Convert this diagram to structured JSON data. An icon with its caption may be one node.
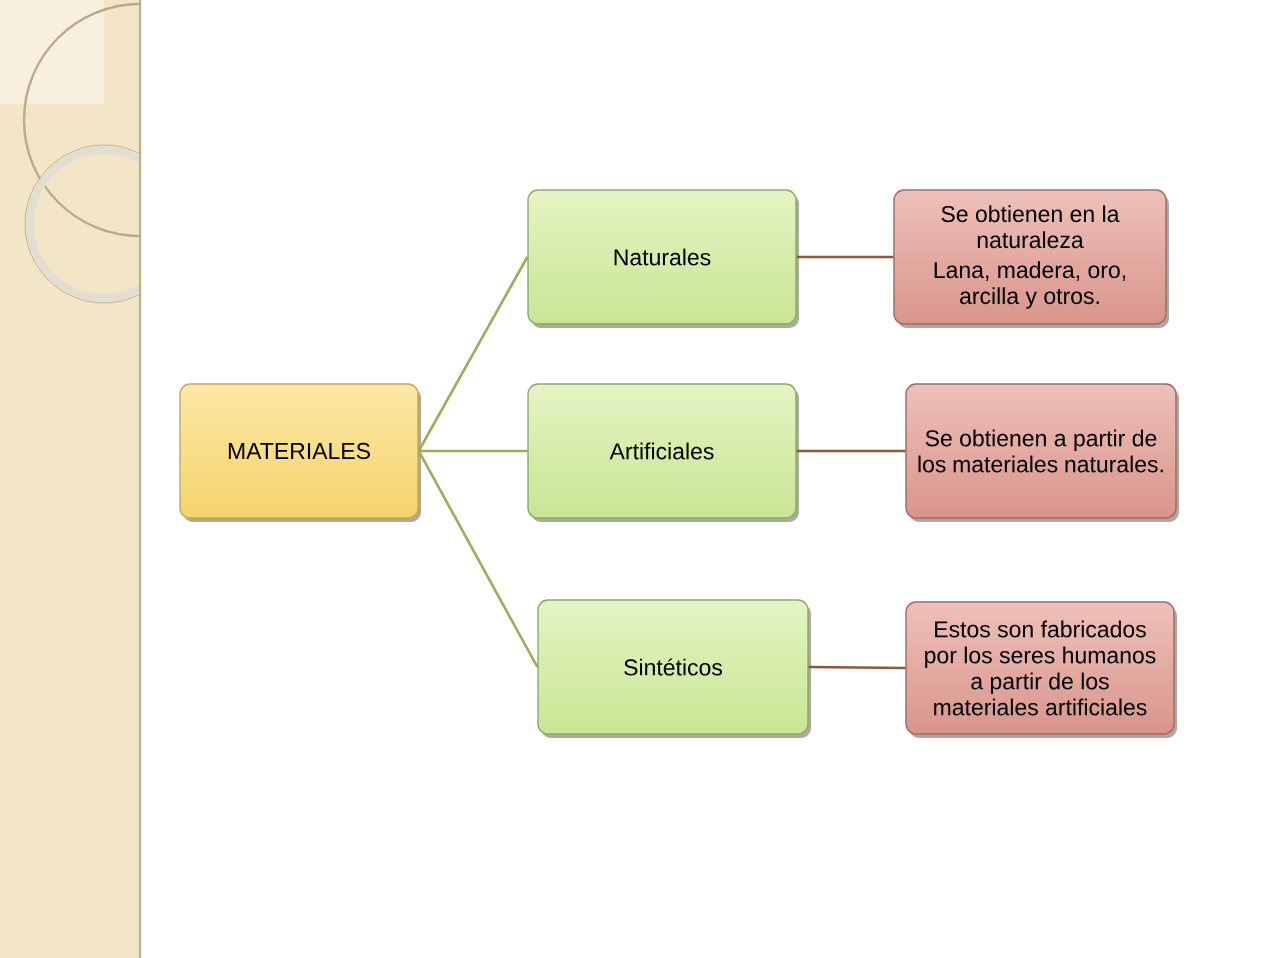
{
  "diagram": {
    "nodes": [
      {
        "text": [
          "MATERIALES"
        ]
      },
      {
        "text": [
          "Naturales"
        ]
      },
      {
        "text": [
          "Artificiales"
        ]
      },
      {
        "text": [
          "Sintéticos"
        ]
      },
      {
        "text": [
          "Se obtienen en la naturaleza",
          "Lana, madera, oro, arcilla y otros."
        ]
      },
      {
        "text": [
          "Se obtienen a partir de los materiales naturales."
        ]
      },
      {
        "text": [
          "Estos son fabricados por los seres humanos a partir de los materiales artificiales"
        ]
      }
    ],
    "edges": [
      {
        "from": 0,
        "to": 1,
        "arrow": "none"
      },
      {
        "from": 0,
        "to": 2,
        "arrow": "none"
      },
      {
        "from": 0,
        "to": 3,
        "arrow": "none"
      },
      {
        "from": 1,
        "to": 4,
        "arrow": "none",
        "color": "#8b5a3c"
      },
      {
        "from": 2,
        "to": 5,
        "arrow": "none",
        "color": "#8b5a3c"
      },
      {
        "from": 3,
        "to": 6,
        "arrow": "none",
        "color": "#8b5a3c"
      }
    ]
  }
}
